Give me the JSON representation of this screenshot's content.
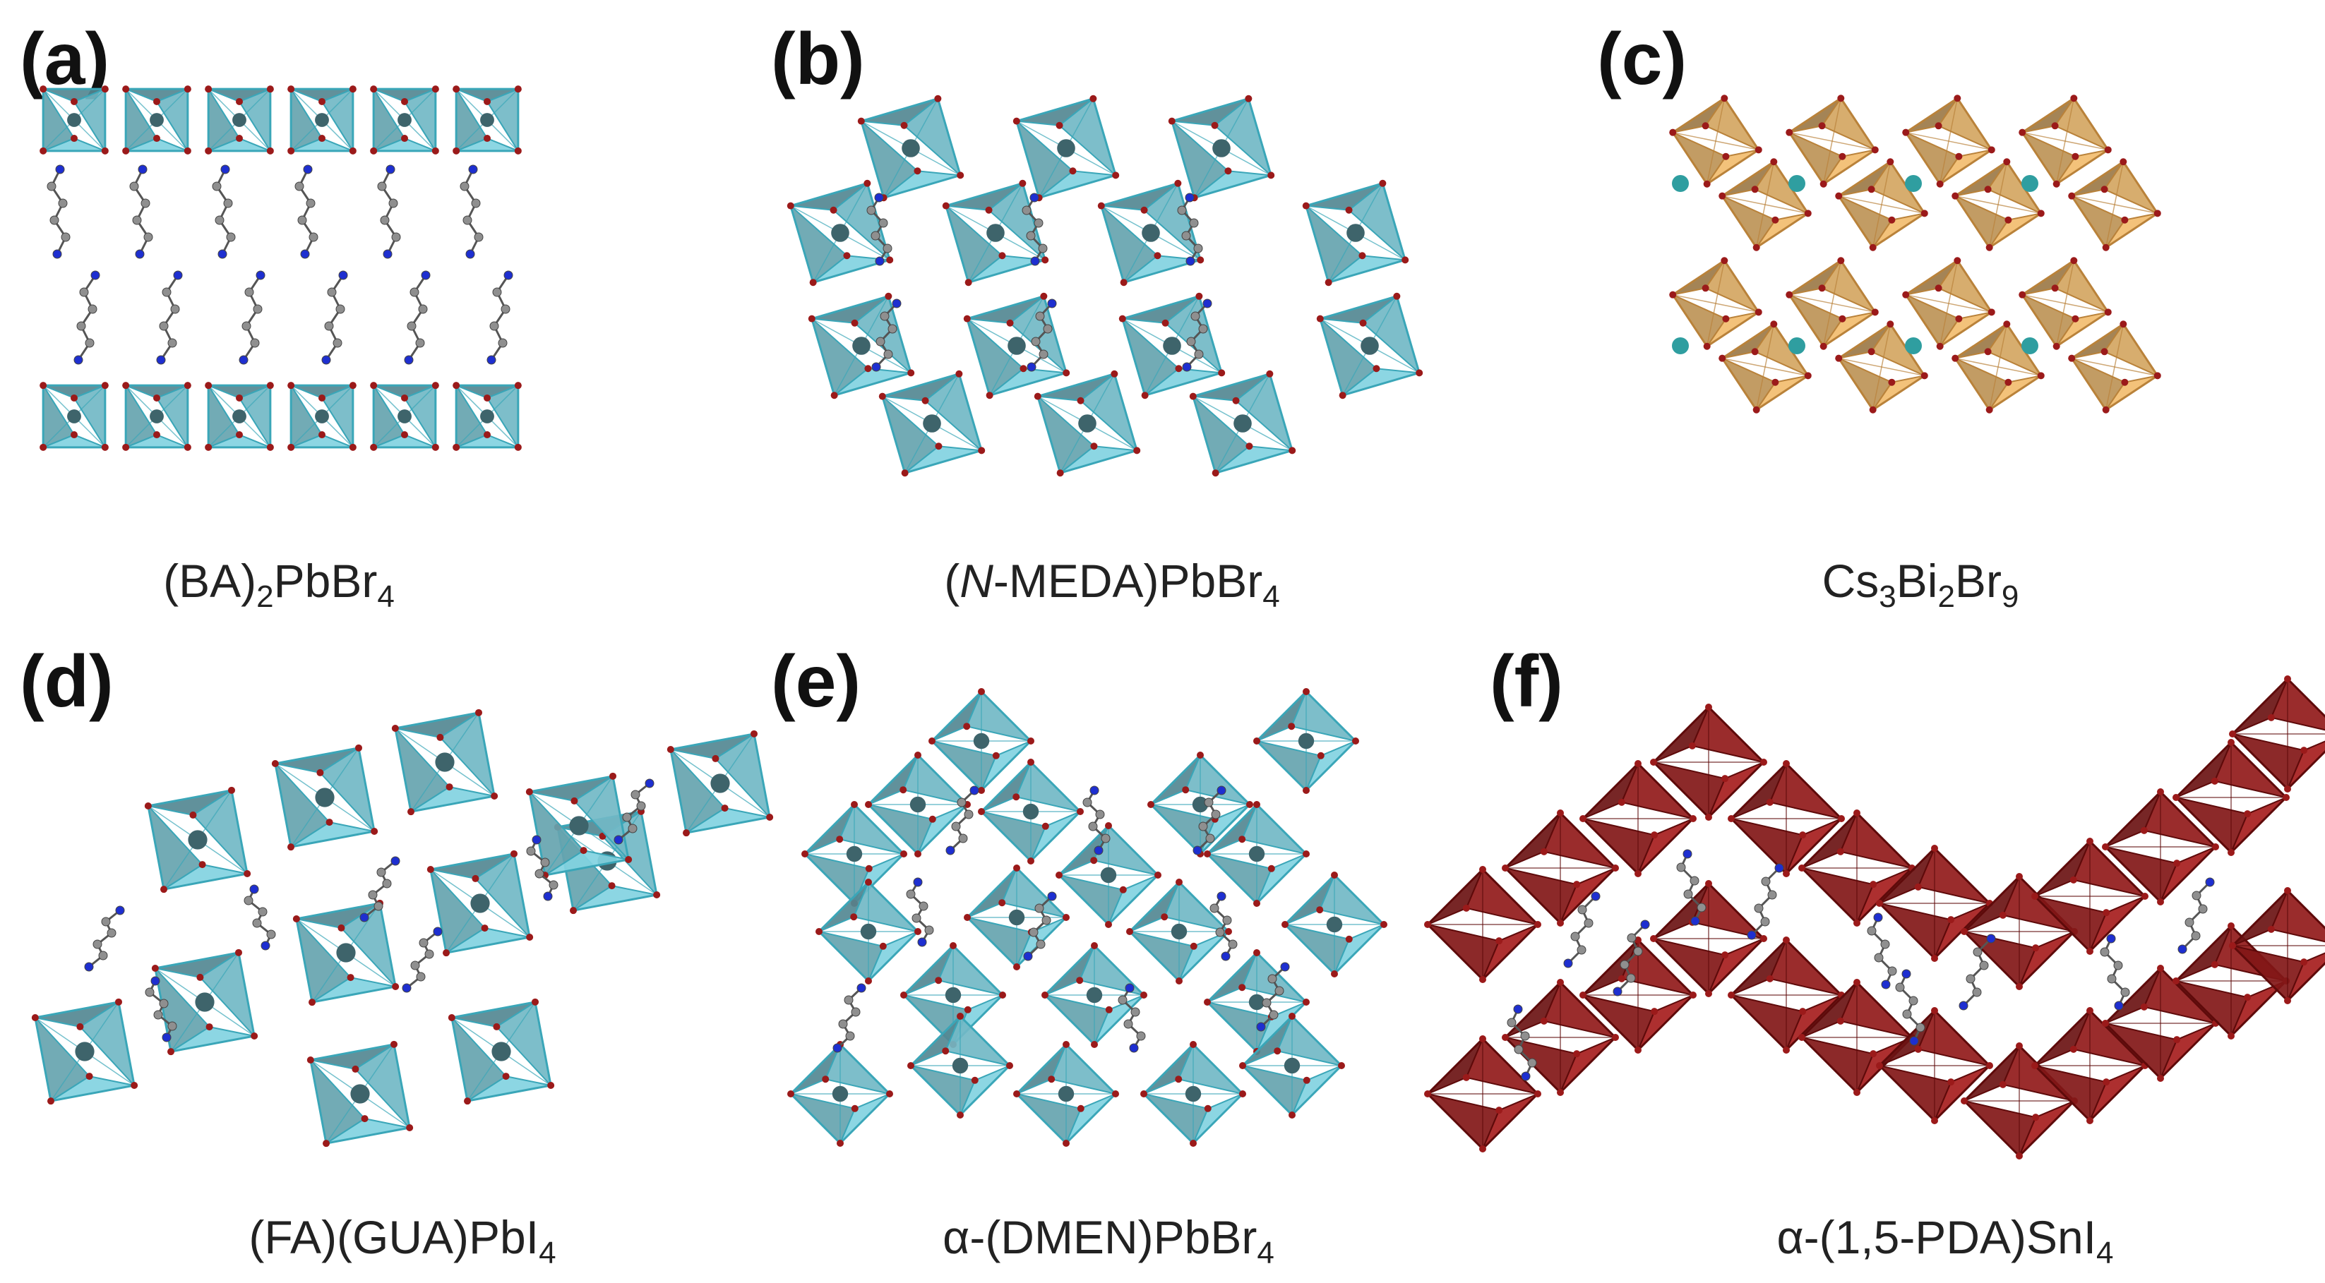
{
  "panels": [
    {
      "letter": "(a)",
      "formula": [
        {
          "t": "(BA)"
        },
        {
          "s": "2"
        },
        {
          "t": "PbBr"
        },
        {
          "s": "4"
        }
      ],
      "color": "#7cc8d6",
      "edge": "#3aa6b8",
      "style": "cyan"
    },
    {
      "letter": "(b)",
      "formula": [
        {
          "t": "("
        },
        {
          "i": "N"
        },
        {
          "t": "-MEDA)PbBr"
        },
        {
          "s": "4"
        }
      ],
      "color": "#7cc8d6",
      "edge": "#3aa6b8",
      "style": "cyan"
    },
    {
      "letter": "(c)",
      "formula": [
        {
          "t": "Cs"
        },
        {
          "s": "3"
        },
        {
          "t": "Bi"
        },
        {
          "s": "2"
        },
        {
          "t": "Br"
        },
        {
          "s": "9"
        }
      ],
      "color": "#e6b46a",
      "edge": "#b9823a",
      "style": "orange"
    },
    {
      "letter": "(d)",
      "formula": [
        {
          "t": "(FA)(GUA)PbI"
        },
        {
          "s": "4"
        }
      ],
      "color": "#7cc8d6",
      "edge": "#3aa6b8",
      "style": "cyan"
    },
    {
      "letter": "(e)",
      "formula": [
        {
          "t": "α-(DMEN)PbBr"
        },
        {
          "s": "4"
        }
      ],
      "color": "#7cc8d6",
      "edge": "#3aa6b8",
      "style": "cyan"
    },
    {
      "letter": "(f)",
      "formula": [
        {
          "t": "α-(1,5-PDA)SnI"
        },
        {
          "s": "4"
        }
      ],
      "color": "#9e1c1c",
      "edge": "#5e0a0a",
      "style": "red"
    }
  ],
  "colors": {
    "background": "#ffffff",
    "vertex": "#9b1a1a",
    "atom_cation": "#2f9ea0",
    "carbon": "#8f8f8f",
    "nitrogen": "#1e2fd0"
  }
}
